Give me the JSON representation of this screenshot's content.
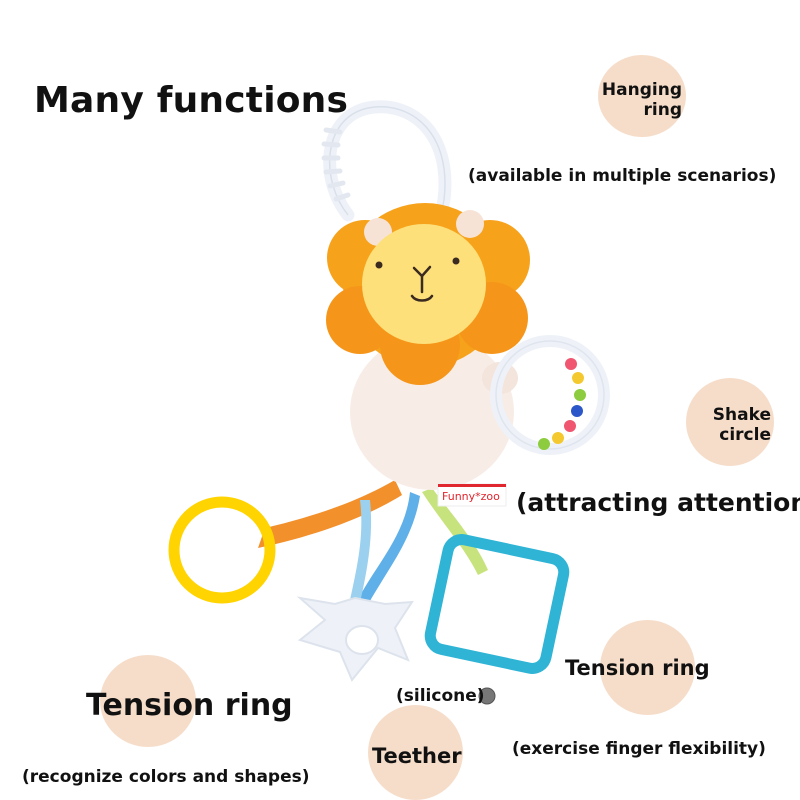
{
  "title": "Many functions",
  "hanging_ring": {
    "label_line1": "Hanging",
    "label_line2": "ring",
    "note": "(available in multiple scenarios)"
  },
  "shake_circle": {
    "label_line1": "Shake",
    "label_line2": "circle",
    "note": "(attracting attention)"
  },
  "tension_ring_left": {
    "label": "Tension ring",
    "note": "(recognize colors and shapes)"
  },
  "teether": {
    "note": "(silicone)",
    "label": "Teether"
  },
  "tension_ring_right": {
    "label": "Tension ring",
    "note": "(exercise finger flexibility)"
  },
  "brand_tag": "Funny*zoo",
  "colors": {
    "circle": "#f6ddca",
    "mane": "#f7a21b",
    "face": "#fde07a",
    "body": "#f7ece6",
    "yellow_ring": "#ffd400",
    "blue_ring": "#2fb4d6",
    "white_ring": "#eef2f8"
  }
}
